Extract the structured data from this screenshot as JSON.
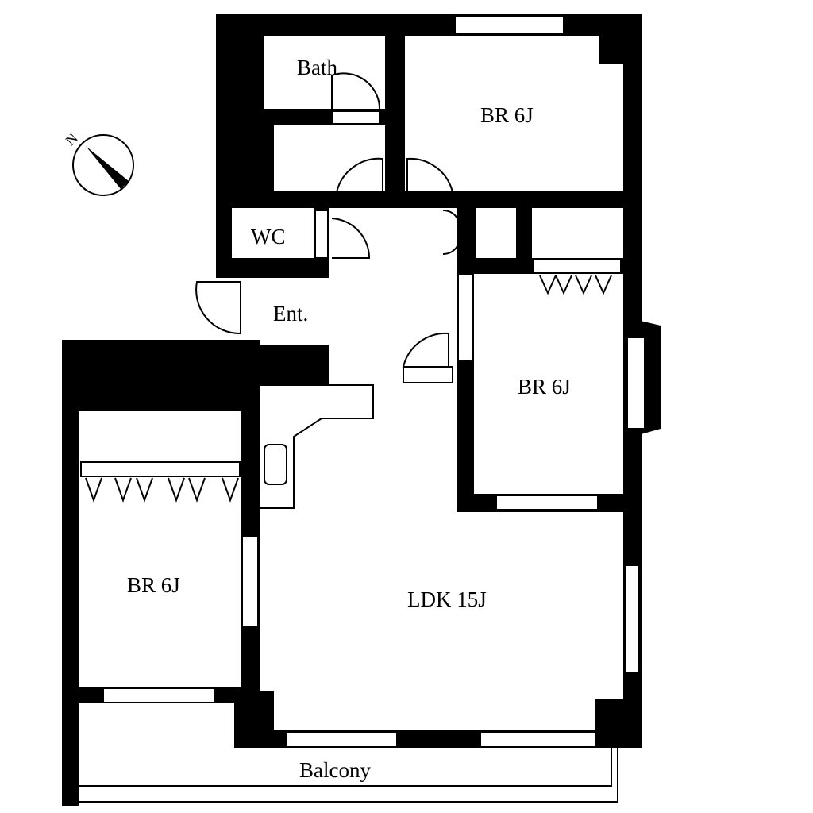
{
  "plan": {
    "rooms": {
      "bath": "Bath",
      "br_top": "BR 6J",
      "wc": "WC",
      "entrance": "Ent.",
      "br_right": "BR 6J",
      "br_left": "BR 6J",
      "ldk": "LDK 15J",
      "balcony": "Balcony"
    },
    "compass": "N",
    "colors": {
      "wall": "#000000",
      "floor": "#ffffff"
    }
  }
}
